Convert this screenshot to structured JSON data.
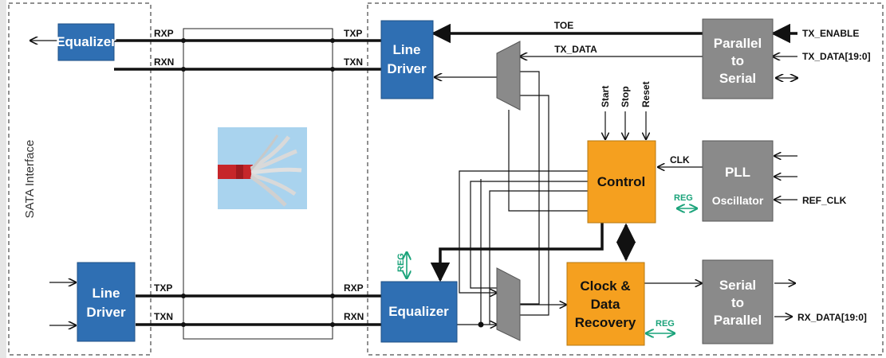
{
  "side_label": "SATA Interface",
  "colors": {
    "blue_block": "#2f6fb3",
    "gray_block": "#8a8a8a",
    "orange_block": "#f5a01f",
    "reg_green": "#1aa37a",
    "cable_bg": "#a9d3ee",
    "cable_red": "#c6262a"
  },
  "blocks": {
    "equalizer_left": "Equalizer",
    "line_driver_left": [
      "Line",
      "Driver"
    ],
    "line_driver_right": [
      "Line",
      "Driver"
    ],
    "parallel_to_serial": [
      "Parallel",
      "to",
      "Serial"
    ],
    "control": "Control",
    "pll": "PLL",
    "oscillator": "Oscillator",
    "equalizer_right": "Equalizer",
    "cdr": [
      "Clock &",
      "Data",
      "Recovery"
    ],
    "serial_to_parallel": [
      "Serial",
      "to",
      "Parallel"
    ]
  },
  "signals": {
    "rxp_left": "RXP",
    "rxn_left": "RXN",
    "txp_right_top": "TXP",
    "txn_right_top": "TXN",
    "txp_left_bottom": "TXP",
    "txn_left_bottom": "TXN",
    "rxp_right_bottom": "RXP",
    "rxn_right_bottom": "RXN",
    "toe": "TOE",
    "tx_data": "TX_DATA",
    "tx_enable": "TX_ENABLE",
    "tx_data_bus": "TX_DATA[19:0]",
    "start": "Start",
    "stop": "Stop",
    "reset": "Reset",
    "clk": "CLK",
    "ref_clk": "REF_CLK",
    "rx_data_bus": "RX_DATA[19:0]",
    "reg": "REG"
  }
}
